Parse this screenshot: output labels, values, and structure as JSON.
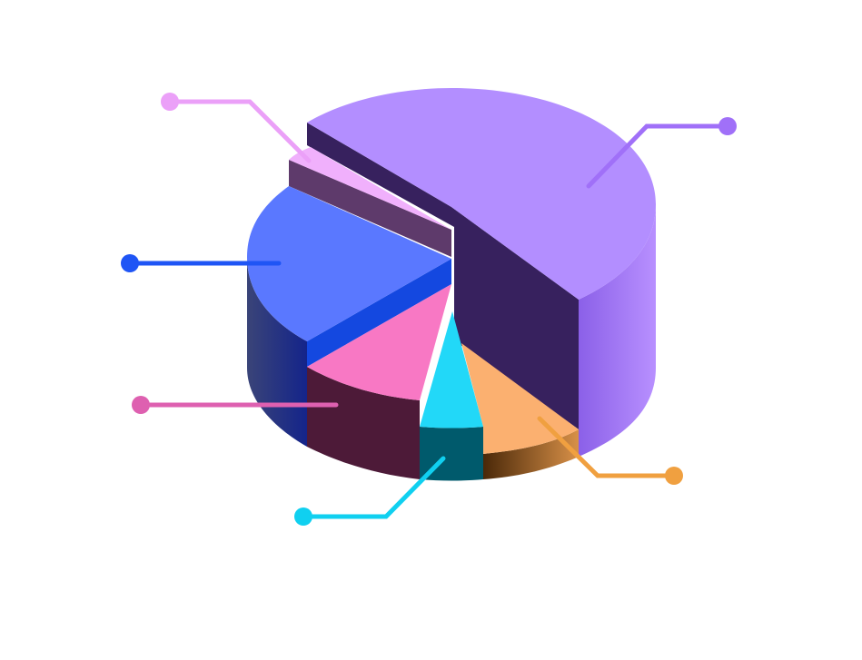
{
  "chart_data": {
    "type": "pie",
    "title": "",
    "style": "3d-exploded",
    "legend": "none",
    "slices": [
      {
        "name": "purple",
        "value": 50,
        "color": "#b38eff",
        "side_color": "#37215e",
        "callout_color": "#a070f8"
      },
      {
        "name": "light-pink",
        "value": 3,
        "color": "#f0b0fc",
        "side_color": "#5e3a6b",
        "callout_color": "#eba0f8"
      },
      {
        "name": "blue",
        "value": 20,
        "color": "#5a78ff",
        "side_color": "#1448e0",
        "callout_color": "#1f55f5"
      },
      {
        "name": "pink",
        "value": 12,
        "color": "#f878c4",
        "side_color": "#4d1a38",
        "callout_color": "#de60b0"
      },
      {
        "name": "cyan",
        "value": 5,
        "color": "#22d8f8",
        "side_color": "#005a6c",
        "callout_color": "#10d0f0"
      },
      {
        "name": "orange",
        "value": 10,
        "color": "#fbb070",
        "side_color": "#8a5020",
        "callout_color": "#f0a040"
      }
    ]
  }
}
